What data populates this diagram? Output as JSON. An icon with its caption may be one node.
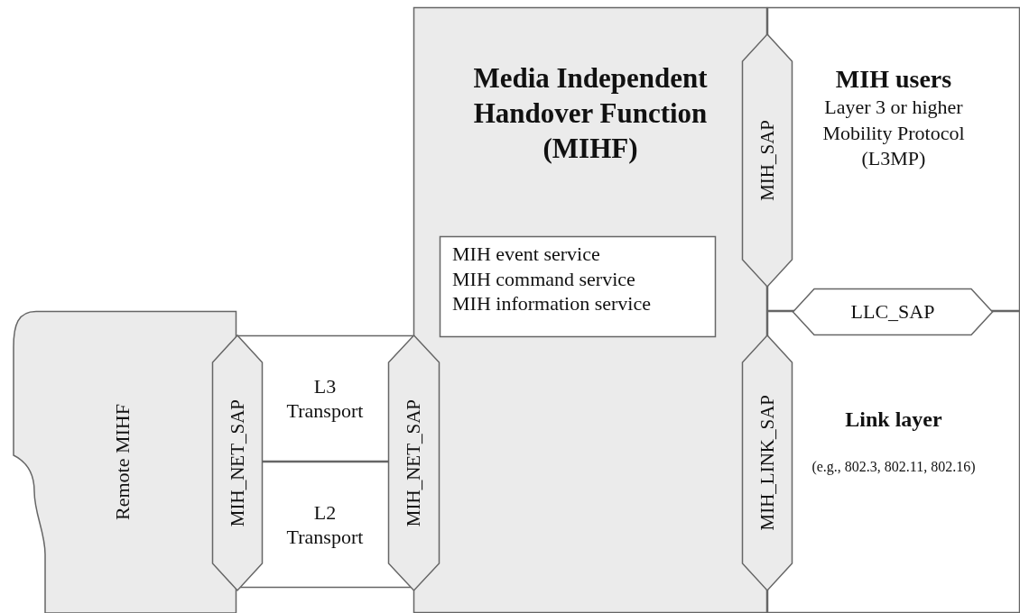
{
  "diagram": {
    "nodes": [
      {
        "text": [
          "Media Independent Handover Function (MIHF)"
        ]
      },
      {
        "text": [
          "MIH event service",
          "MIH command service",
          "MIH information service"
        ],
        "in": 0
      },
      {
        "text": [
          "MIH_SAP"
        ]
      },
      {
        "text": [
          "MIH users",
          "Layer 3 or higher Mobility Protocol (L3MP)"
        ]
      },
      {
        "text": [
          "LLC_SAP"
        ]
      },
      {
        "text": [
          "Link layer",
          "(e.g., 802.3, 802.11, 802.16)"
        ]
      },
      {
        "text": [
          "MIH_LINK_SAP"
        ]
      },
      {
        "text": [
          "Remote MIHF"
        ]
      },
      {
        "text": [
          "MIH_NET_SAP"
        ]
      },
      {
        "text": [
          "L3 Transport"
        ]
      },
      {
        "text": [
          "L2 Transport"
        ]
      },
      {
        "text": [
          "MIH_NET_SAP"
        ]
      }
    ]
  }
}
